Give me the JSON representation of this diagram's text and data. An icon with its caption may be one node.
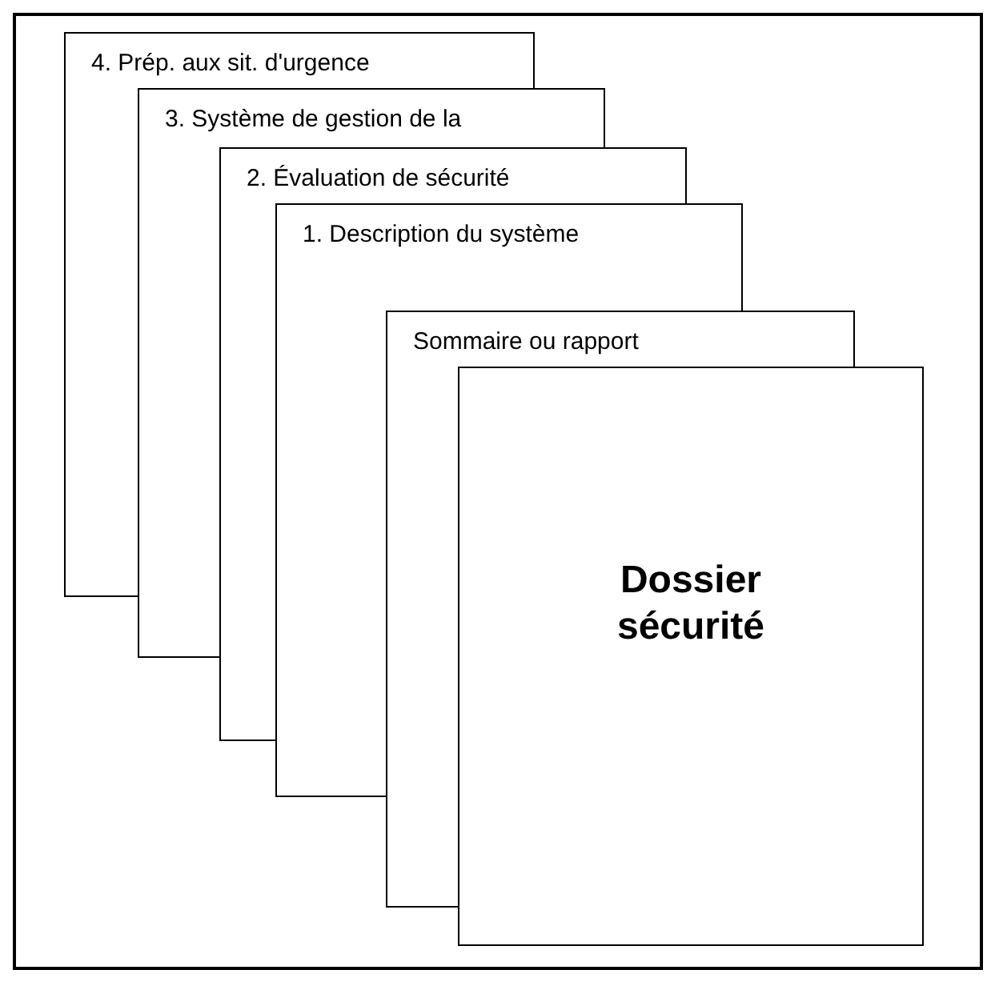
{
  "diagram": {
    "nodes": [
      {
        "text": [
          "4. Prép. aux sit. d'urgence"
        ]
      },
      {
        "text": [
          "3. Système de gestion de la"
        ]
      },
      {
        "text": [
          "2. Évaluation de sécurité"
        ]
      },
      {
        "text": [
          "1. Description du système"
        ]
      },
      {
        "text": [
          "Sommaire ou rapport"
        ]
      },
      {
        "text": [
          "Dossier sécurité"
        ]
      }
    ]
  }
}
